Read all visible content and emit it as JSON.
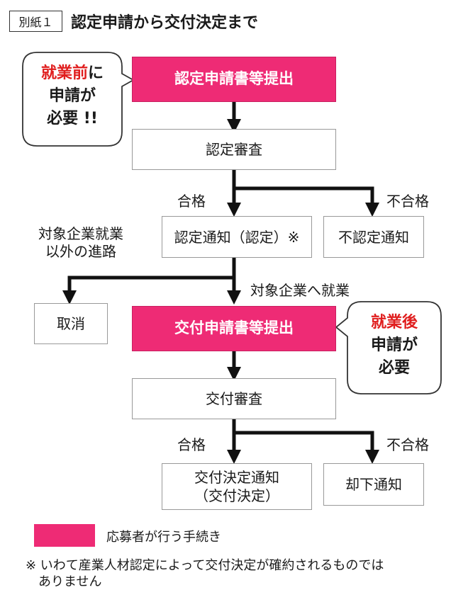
{
  "header": {
    "tag": "別紙１",
    "title": "認定申請から交付決定まで"
  },
  "callouts": {
    "before": {
      "red": "就業前",
      "rest1": "に",
      "line2": "申請が",
      "line3": "必要 !!"
    },
    "after": {
      "red": "就業後",
      "line2": "申請が",
      "line3": "必要"
    }
  },
  "steps": {
    "submit_cert": "認定申請書等提出",
    "cert_review": "認定審査",
    "pass1": "合格",
    "fail1": "不合格",
    "cert_notice": "認定通知（認定）※",
    "reject_notice": "不認定通知",
    "other_path": "対象企業就業\n以外の進路",
    "to_company": "対象企業へ就業",
    "cancel": "取消",
    "submit_grant": "交付申請書等提出",
    "grant_review": "交付審査",
    "pass2": "合格",
    "fail2": "不合格",
    "grant_notice": "交付決定通知\n（交付決定）",
    "dismiss_notice": "却下通知"
  },
  "legend": {
    "text": "応募者が行う手続き",
    "color": "#ee2b75"
  },
  "footnote": "※ いわて産業人材認定によって交付決定が確約されるものでは\n　ありません"
}
